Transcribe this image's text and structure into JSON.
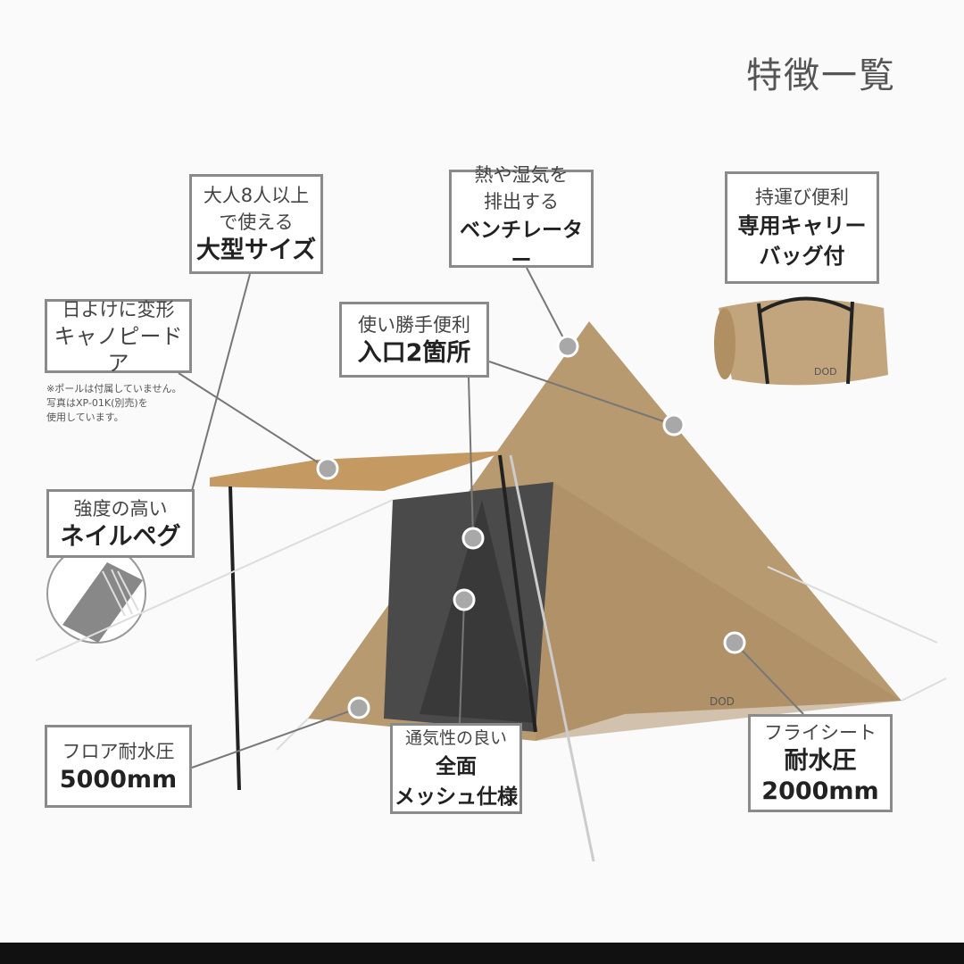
{
  "title": "特徴一覧",
  "features": [
    {
      "lines": [
        "大人8人以上",
        "で使える"
      ],
      "bold": "大型サイズ"
    },
    {
      "lines": [
        "熱や湿気を",
        "排出する"
      ],
      "bold": "ベンチレーター"
    },
    {
      "lines": [
        "持運び便利"
      ],
      "bold": "専用キャリー",
      "bold2": "バッグ付"
    },
    {
      "lines": [
        "日よけに変形"
      ],
      "bold": "キャノピードア"
    },
    {
      "lines": [
        "使い勝手便利"
      ],
      "bold": "入口2箇所"
    },
    {
      "lines": [
        "強度の高い"
      ],
      "bold": "ネイルペグ"
    },
    {
      "lines": [
        "フロア耐水圧"
      ],
      "bold": "5000mm"
    },
    {
      "lines": [
        "通気性の良い"
      ],
      "bold": "全面",
      "bold2": "メッシュ仕様"
    },
    {
      "lines": [
        "フライシート"
      ],
      "bold": "耐水圧",
      "bold2": "2000mm"
    }
  ],
  "note": [
    "※ポールは付属していません。",
    "写真はXP-01K(別売)を",
    "使用しています。"
  ],
  "logo": "DOD",
  "colors": {
    "tent": "#b89a70",
    "canopy": "#c49a62",
    "mesh": "#4a4a4a",
    "leader": "#777777",
    "pin": "#a8a8a8"
  }
}
